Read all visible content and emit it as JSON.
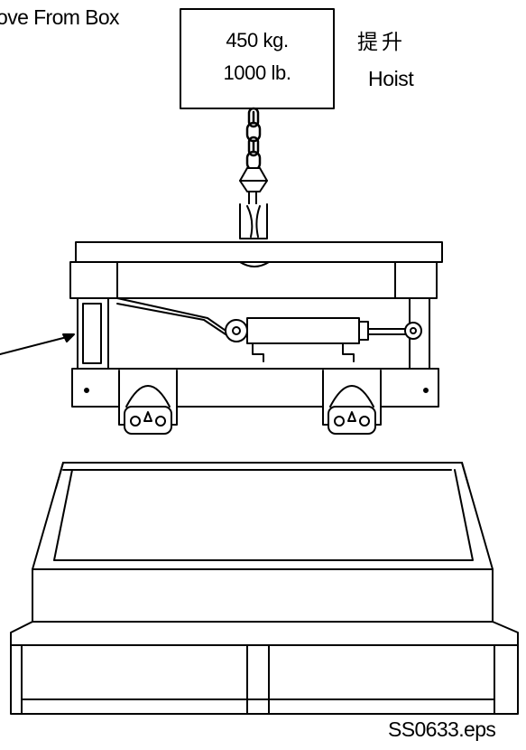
{
  "caption_top": "ove From Box",
  "weight_box": {
    "line1": "450 kg.",
    "line2": "1000 lb."
  },
  "hoist_label": {
    "chinese": "提升",
    "english": "Hoist"
  },
  "file_name": "SS0633.eps"
}
